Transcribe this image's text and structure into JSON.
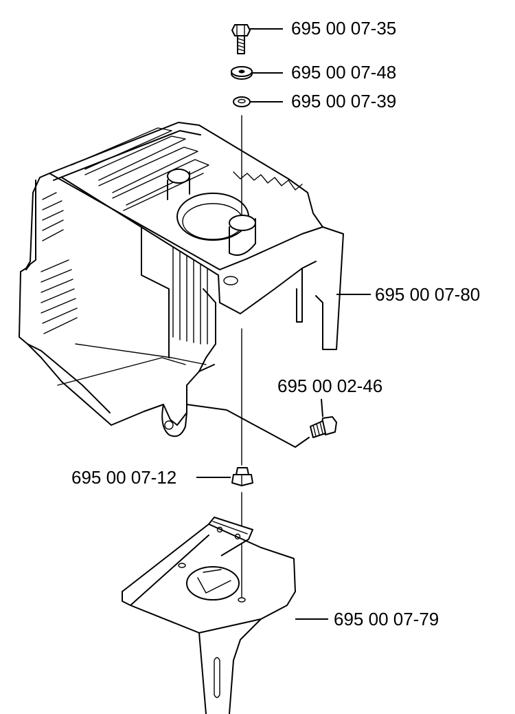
{
  "parts": [
    {
      "id": "bolt",
      "number": "695 00 07-35"
    },
    {
      "id": "washer-large",
      "number": "695 00 07-48"
    },
    {
      "id": "washer-small",
      "number": "695 00 07-39"
    },
    {
      "id": "cylinder-cover",
      "number": "695 00 07-80"
    },
    {
      "id": "screw",
      "number": "695 00 02-46"
    },
    {
      "id": "nut",
      "number": "695 00 07-12"
    },
    {
      "id": "bracket",
      "number": "695 00 07-79"
    }
  ]
}
